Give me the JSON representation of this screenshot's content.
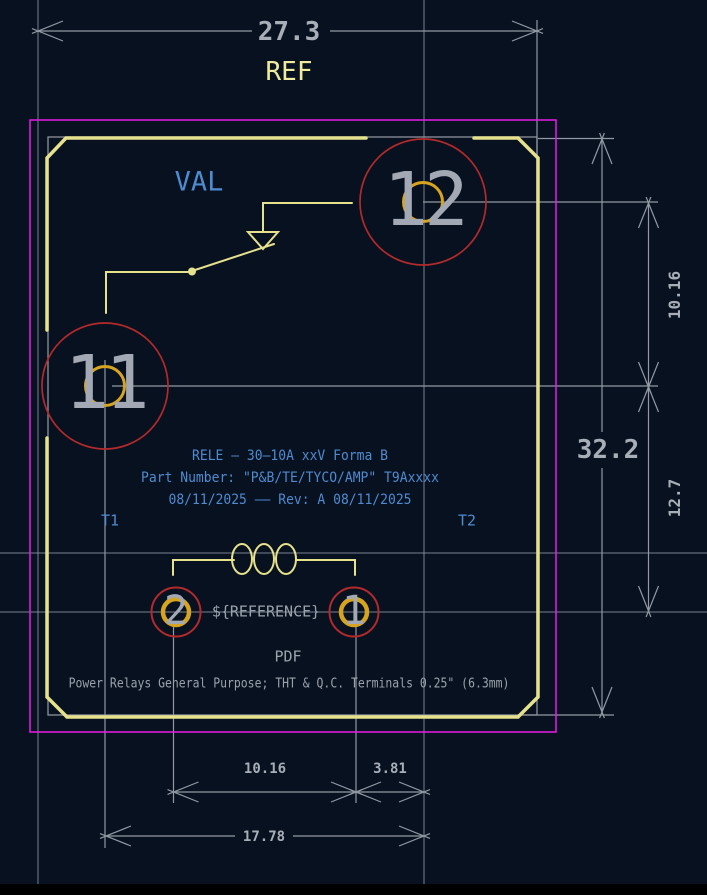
{
  "colors": {
    "bg": "#081120",
    "silk": "#e6e18c",
    "courtyard": "#e81ce8",
    "fab": "#8d939d",
    "copper_ring": "#b32a2a",
    "hole_ring": "#d6a41f",
    "text_gray": "#9ba2ac",
    "text_blue": "#4e8bd0",
    "dim_text": "#a8aeb8",
    "dim_line": "#9199a4",
    "hairline": "#8b95a3",
    "pad_num": "#a2a9b4",
    "ref_yellow": "#f0eb9c"
  },
  "dimension_labels": {
    "board_width": "27.3",
    "board_width_suffix": "REF",
    "board_height": "32.2",
    "pad_row_gap": "10.16",
    "coil_row_gap": "12.7",
    "coil_pitch": "10.16",
    "pad1_offset": "3.81",
    "row_span": "17.78"
  },
  "fields": {
    "value": "VAL",
    "reference": "${REFERENCE}"
  },
  "pads": {
    "pad11": {
      "label": "11"
    },
    "pad12": {
      "label": "12"
    },
    "pad1": {
      "label": "1"
    },
    "pad2": {
      "label": "2"
    }
  },
  "annotations": {
    "t1": "T1",
    "t2": "T2",
    "pdf": "PDF",
    "desc_line1": "RELE – 30–10A xxV Forma B",
    "desc_line2": "Part Number: \"P&B/TE/TYCO/AMP\" T9Axxxx",
    "desc_line3": "08/11/2025 –– Rev: A 08/11/2025",
    "footprint_note": "Power Relays General Purpose; THT & Q.C. Terminals 0.25\" (6.3mm)"
  }
}
